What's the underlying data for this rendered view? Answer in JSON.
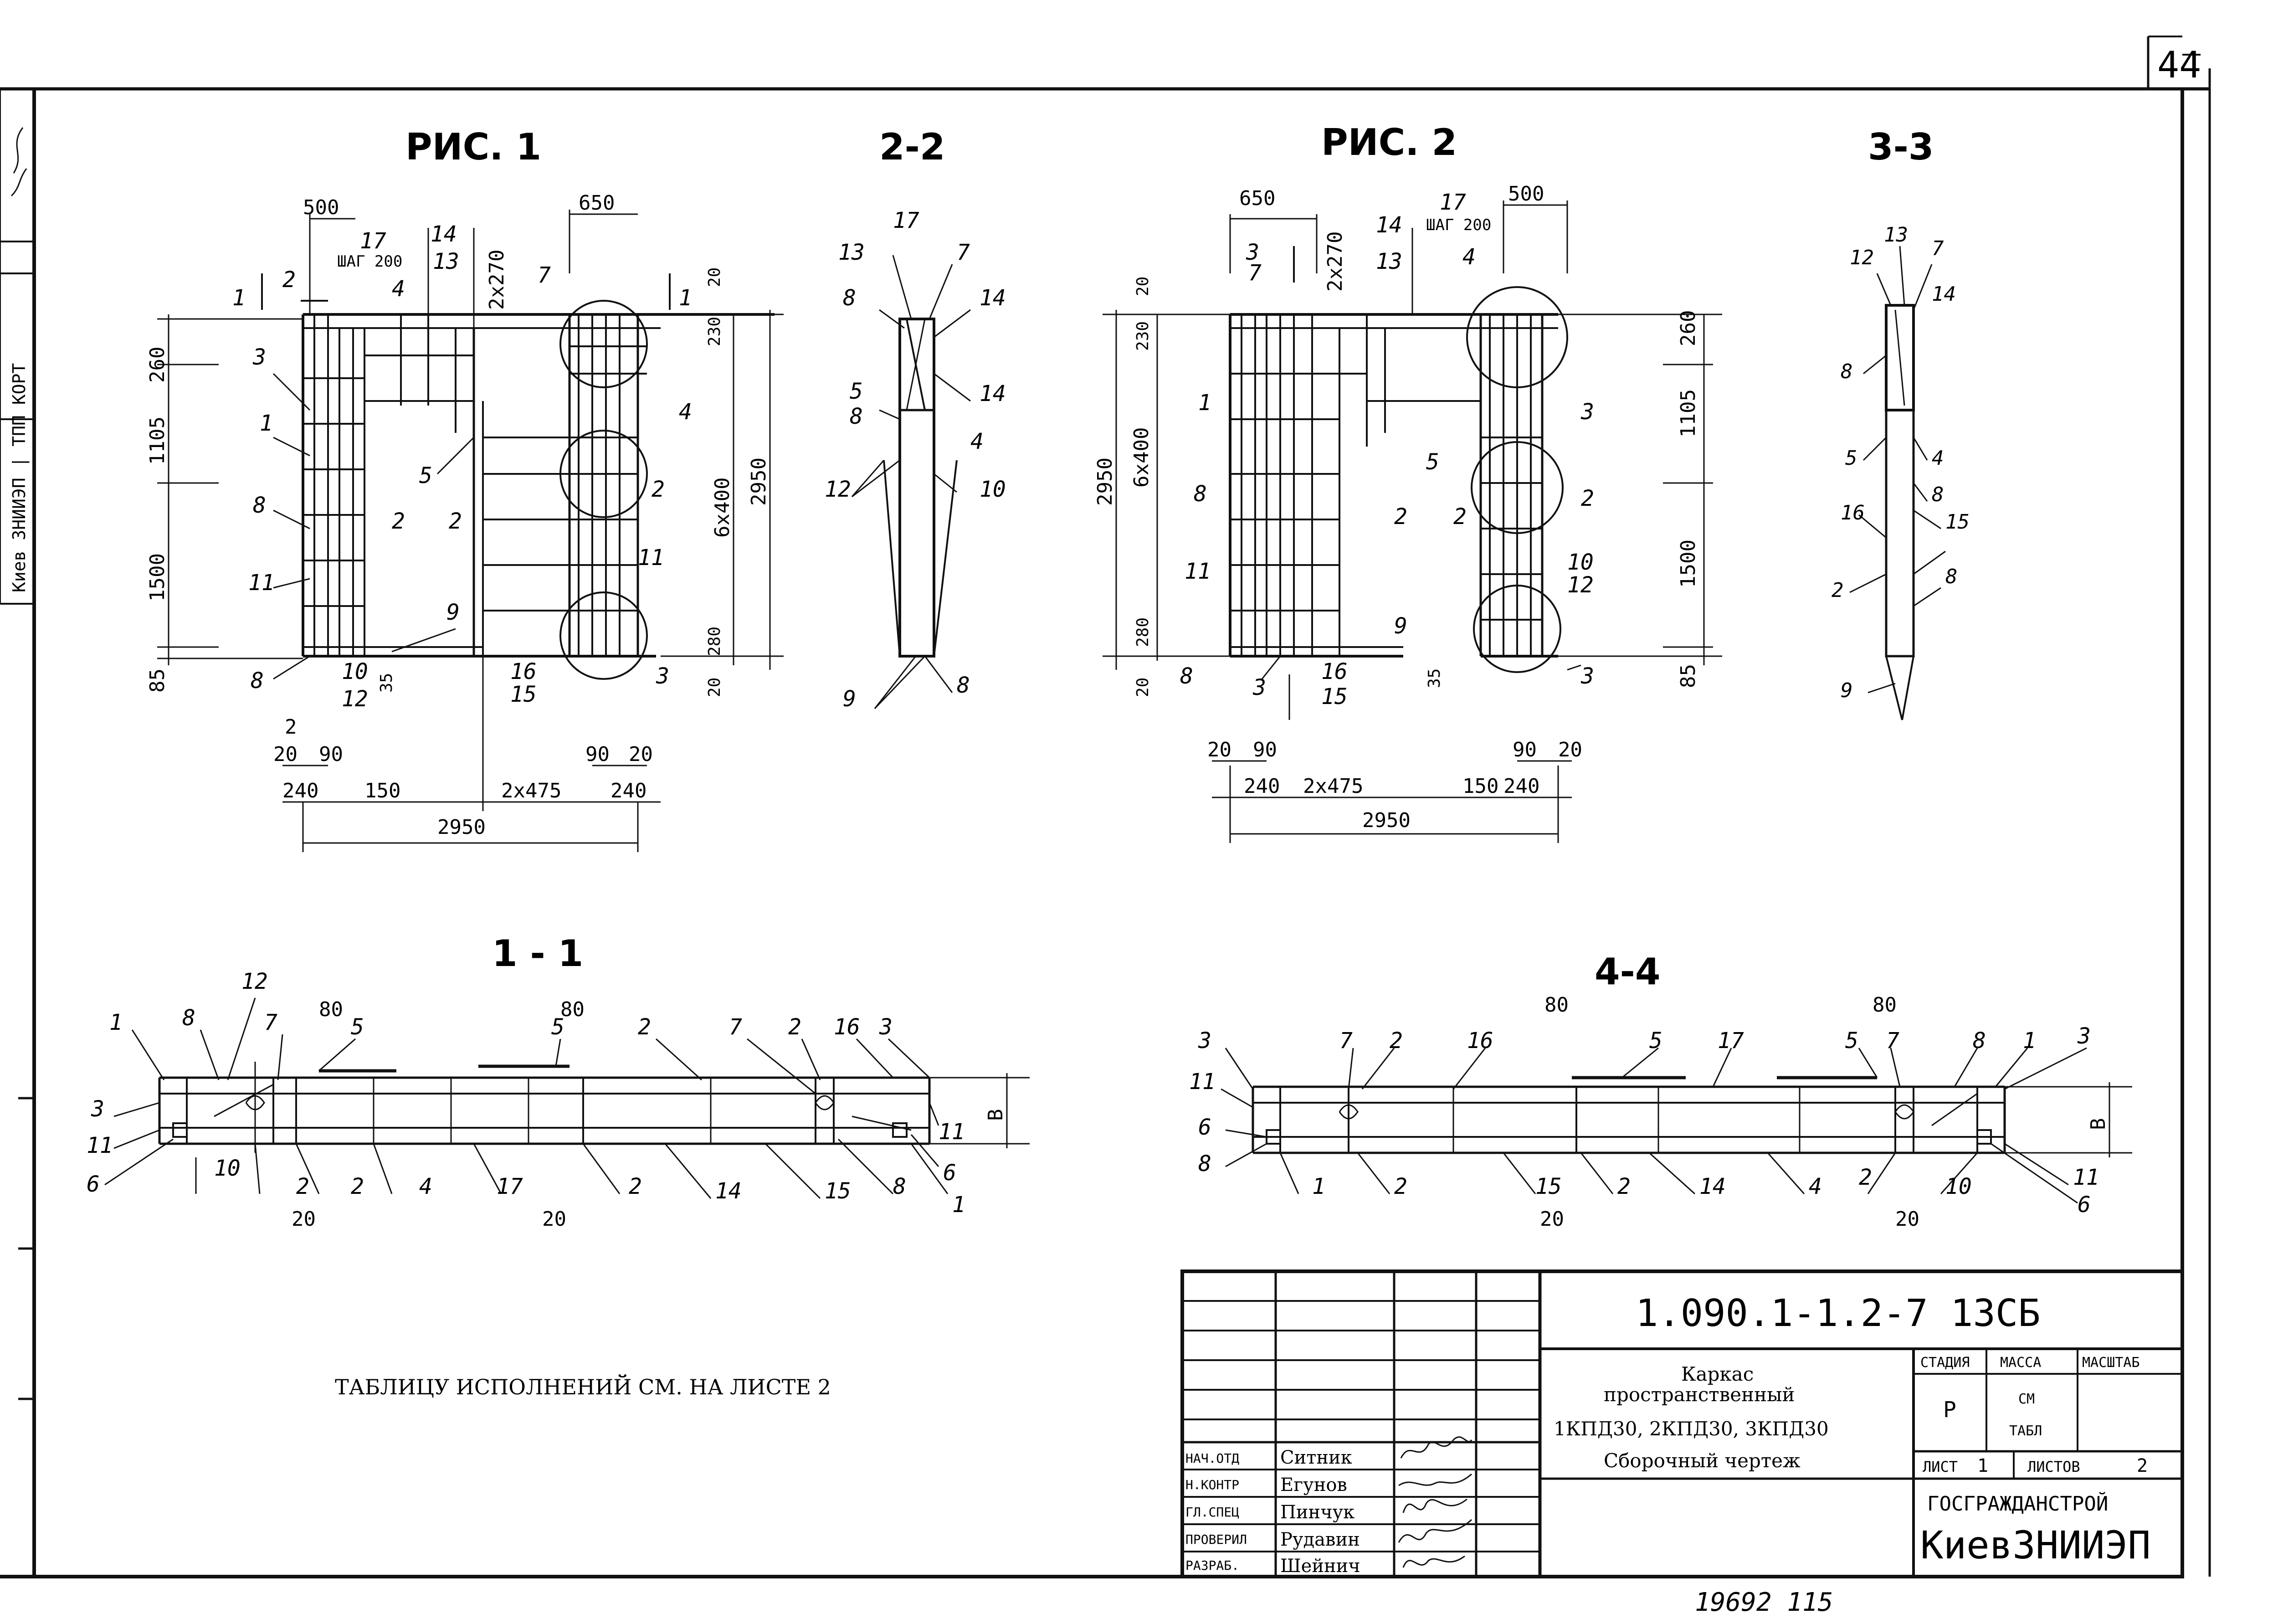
{
  "sheet": {
    "page_number": "44",
    "side_stamp": "Киев ЗНИИЭП | ТПП КОРТ",
    "bottom_number": "19692  115",
    "note": "ТАБЛИЦУ  ИСПОЛНЕНИЙ  СМ.  НА  ЛИСТЕ  2"
  },
  "views": {
    "fig1": {
      "title": "РИС. 1",
      "dims": {
        "d500": "500",
        "d650": "650",
        "step": "ШАГ 200",
        "d2x270": "2x270",
        "d20a": "20",
        "d230": "230",
        "d260": "260",
        "d1105": "1105",
        "d1500": "1500",
        "d85": "85",
        "d6x400": "6x400",
        "d2950v": "2950",
        "d280": "280",
        "d20b": "20",
        "d35": "35",
        "d2": "2",
        "d20c": "20",
        "d90a": "90",
        "d240a": "240",
        "d150": "150",
        "d2x475": "2x475",
        "d90b": "90",
        "d20d": "20",
        "d240b": "240",
        "d2950h": "2950"
      },
      "marks": {
        "m17": "17",
        "m14": "14",
        "m13": "13",
        "m4a": "4",
        "m7": "7",
        "m4b": "4",
        "m1a": "1",
        "m2a": "2",
        "m1b": "1",
        "m3a": "3",
        "m1c": "1",
        "m8a": "8",
        "m5": "5",
        "m2b": "2",
        "m2c": "2",
        "m2d": "2",
        "m11a": "11",
        "m11b": "11",
        "m9": "9",
        "m8b": "8",
        "m10": "10",
        "m12": "12",
        "m16": "16",
        "m15": "15",
        "m3b": "3"
      }
    },
    "sec22": {
      "title": "2-2",
      "marks": {
        "m17": "17",
        "m13": "13",
        "m7": "7",
        "m8a": "8",
        "m14a": "14",
        "m14b": "14",
        "m5": "5",
        "m8b": "8",
        "m4": "4",
        "m12": "12",
        "m10": "10",
        "m9": "9",
        "m8c": "8"
      }
    },
    "fig2": {
      "title": "РИС. 2",
      "dims": {
        "d650": "650",
        "d500": "500",
        "step": "ШАГ 200",
        "d2x270": "2x270",
        "d20a": "20",
        "d230": "230",
        "d6x400": "6x400",
        "d2950v": "2950",
        "d280": "280",
        "d20b": "20",
        "d260": "260",
        "d1105": "1105",
        "d1500": "1500",
        "d85": "85",
        "d35": "35",
        "d20c": "20",
        "d90a": "90",
        "d240a": "240",
        "d2x475": "2x475",
        "d150": "150",
        "d240b": "240",
        "d90b": "90",
        "d20d": "20",
        "d2950h": "2950"
      },
      "marks": {
        "m17": "17",
        "m14": "14",
        "m13": "13",
        "m4": "4",
        "m3a": "3",
        "m7": "7",
        "m1": "1",
        "m8a": "8",
        "m11": "11",
        "m5": "5",
        "m3b": "3",
        "m2a": "2",
        "m2b": "2",
        "m2c": "2",
        "m10": "10",
        "m12": "12",
        "m9": "9",
        "m8b": "8",
        "m3c": "3",
        "m16": "16",
        "m15": "15",
        "m3d": "3"
      }
    },
    "sec33": {
      "title": "3-3",
      "marks": {
        "m13": "13",
        "m7": "7",
        "m12": "12",
        "m14": "14",
        "m8a": "8",
        "m5": "5",
        "m4": "4",
        "m8b": "8",
        "m16": "16",
        "m15": "15",
        "m2": "2",
        "m8c": "8",
        "m9": "9"
      }
    },
    "sec11": {
      "title": "1 - 1",
      "dims": {
        "d80a": "80",
        "d80b": "80",
        "d20a": "20",
        "d20b": "20",
        "dB": "B"
      },
      "marks": {
        "m1a": "1",
        "m8a": "8",
        "m12": "12",
        "m7": "7",
        "m5a": "5",
        "m5b": "5",
        "m2a": "2",
        "m7b": "7",
        "m2b": "2",
        "m16": "16",
        "m3a": "3",
        "m3b": "3",
        "m11a": "11",
        "m6a": "6",
        "m10": "10",
        "m2c": "2",
        "m2d": "2",
        "m4": "4",
        "m17": "17",
        "m2e": "2",
        "m14": "14",
        "m15": "15",
        "m8b": "8",
        "m1b": "1",
        "m11b": "11",
        "m6b": "6"
      }
    },
    "sec44": {
      "title": "4-4",
      "dims": {
        "d80a": "80",
        "d80b": "80",
        "d20a": "20",
        "d20b": "20",
        "dB": "B"
      },
      "marks": {
        "m3a": "3",
        "m7a": "7",
        "m2a": "2",
        "m16": "16",
        "m5a": "5",
        "m17": "17",
        "m5b": "5",
        "m7b": "7",
        "m8a": "8",
        "m1a": "1",
        "m3b": "3",
        "m11a": "11",
        "m6a": "6",
        "m8b": "8",
        "m1b": "1",
        "m2b": "2",
        "m15": "15",
        "m2c": "2",
        "m14": "14",
        "m4": "4",
        "m2d": "2",
        "m10": "10",
        "m11b": "11",
        "m6b": "6"
      }
    }
  },
  "title_block": {
    "code": "1.090.1-1.2-7  13СБ",
    "name_lines": [
      "Каркас",
      "пространственный",
      "1КПД30, 2КПД30, 3КПД30",
      "Сборочный  чертеж"
    ],
    "stage_label": "СТАДИЯ",
    "mass_label": "МАССА",
    "scale_label": "МАСШТАБ",
    "stage_value": "Р",
    "mass_value_1": "СМ",
    "mass_value_2": "ТАБЛ",
    "sheet_label": "ЛИСТ",
    "sheet_value": "1",
    "sheets_label": "ЛИСТОВ",
    "sheets_value": "2",
    "org_1": "ГОСГРАЖДАНСТРОЙ",
    "org_2": "КиевЗНИИЭП",
    "signers": [
      {
        "role": "НАЧ.ОТД",
        "name": "Ситник"
      },
      {
        "role": "Н.КОНТР",
        "name": "Егунов"
      },
      {
        "role": "ГЛ.СПЕЦ",
        "name": "Пинчук"
      },
      {
        "role": "ПРОВЕРИЛ",
        "name": "Рудавин"
      },
      {
        "role": "РАЗРАБ.",
        "name": "Шейнич"
      }
    ]
  }
}
